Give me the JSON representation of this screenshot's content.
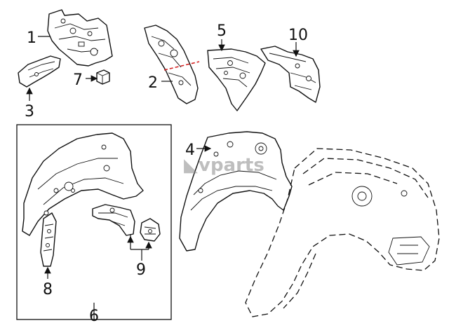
{
  "callouts": {
    "c1": "1",
    "c2": "2",
    "c3": "3",
    "c4": "4",
    "c5": "5",
    "c6": "6",
    "c7": "7",
    "c8": "8",
    "c9": "9",
    "c10": "10"
  },
  "watermark": "vparts",
  "colors": {
    "line": "#111111",
    "cut_line": "#d42020",
    "watermark": "#8a8a8a"
  }
}
